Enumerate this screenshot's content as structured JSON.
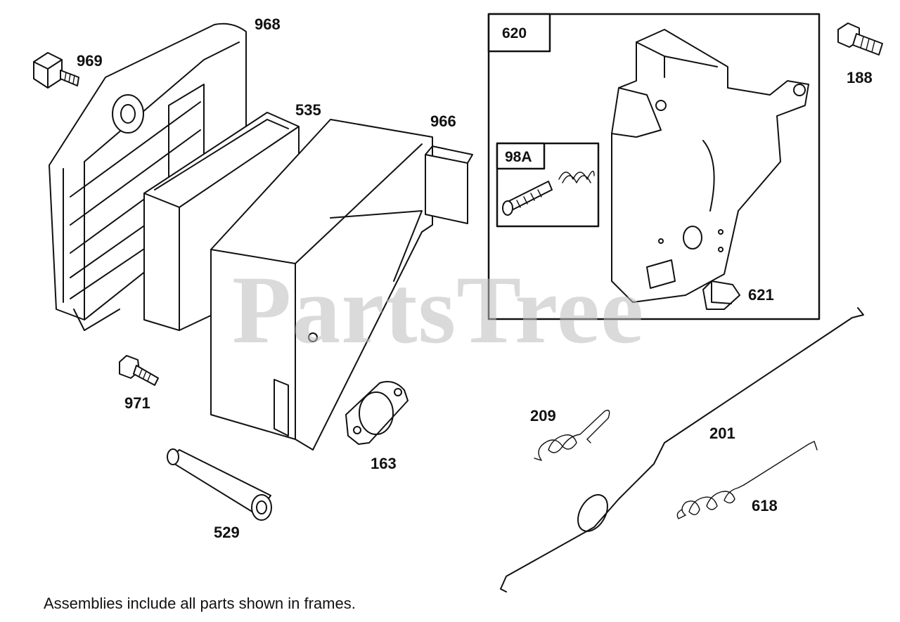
{
  "watermark": "PartsTree",
  "note": "Assemblies include all parts shown in frames.",
  "callouts": {
    "p968": "968",
    "p969": "969",
    "p535": "535",
    "p966": "966",
    "p971": "971",
    "p163": "163",
    "p529": "529",
    "p188": "188",
    "p620": "620",
    "p98a": "98A",
    "p621": "621",
    "p209": "209",
    "p201": "201",
    "p618": "618"
  }
}
